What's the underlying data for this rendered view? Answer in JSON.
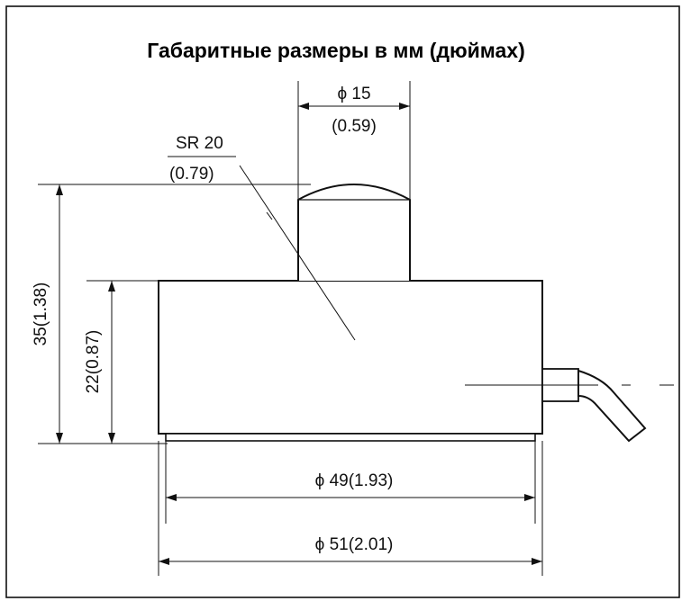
{
  "title": "Габаритные размеры в мм (дюймах)",
  "dimensions": {
    "button_diameter": "ϕ 15",
    "button_diameter_in": "(0.59)",
    "sphere_radius": "SR 20",
    "sphere_radius_in": "(0.79)",
    "total_height": "35(1.38)",
    "body_height": "22(0.87)",
    "base_diameter": "ϕ 49(1.93)",
    "body_diameter": "ϕ 51(2.01)"
  }
}
